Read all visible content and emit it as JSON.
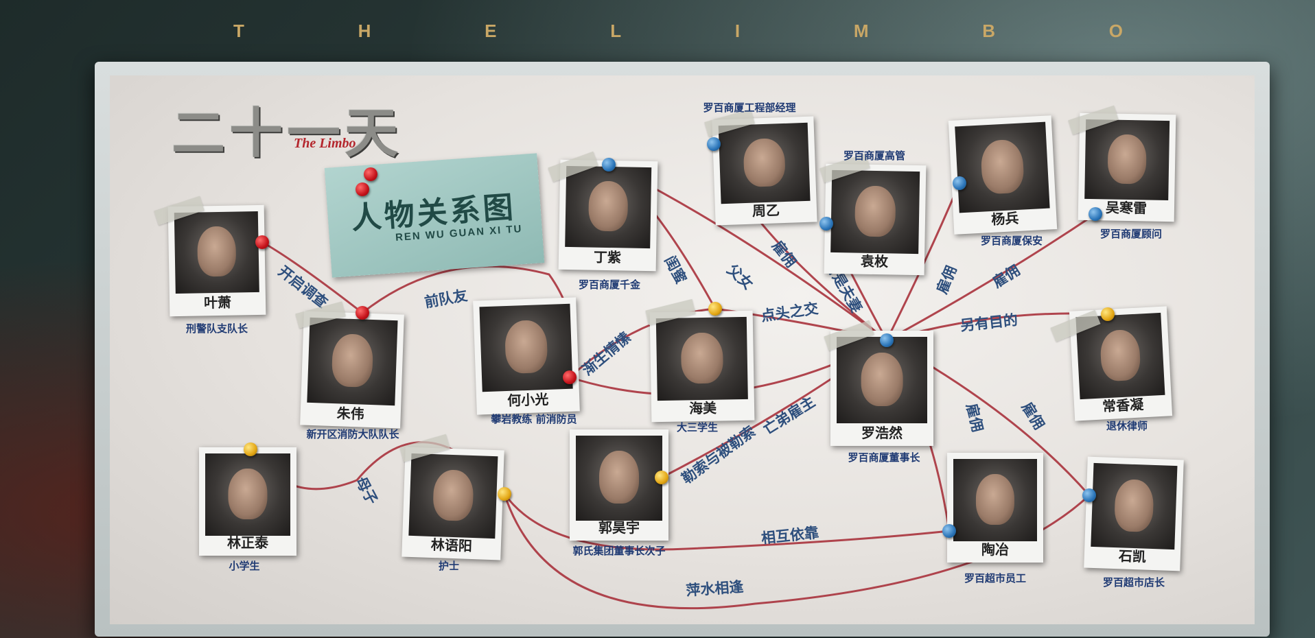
{
  "poster": {
    "top_letters": [
      "T",
      "H",
      "E",
      "L",
      "I",
      "M",
      "B",
      "O"
    ],
    "title": "二十一天",
    "title_en": "The Limbo",
    "map_label": "人物关系图",
    "map_label_pinyin": "REN WU GUAN XI TU"
  },
  "nodes": [
    {
      "id": "ye-xiao",
      "name": "叶萧",
      "role": "刑警队支队长"
    },
    {
      "id": "zhu-wei",
      "name": "朱伟",
      "role": "新开区消防大队队长"
    },
    {
      "id": "he-xiaoguang",
      "name": "何小光",
      "role": "攀岩教练 前消防员"
    },
    {
      "id": "ding-zi",
      "name": "丁紫",
      "role": "罗百商厦千金"
    },
    {
      "id": "hai-mei",
      "name": "海美",
      "role": "大三学生"
    },
    {
      "id": "zhou-yi",
      "name": "周乙",
      "role": "罗百商厦工程部经理"
    },
    {
      "id": "yuan-mei",
      "name": "袁枚",
      "role": "罗百商厦高管"
    },
    {
      "id": "yang-bing",
      "name": "杨兵",
      "role": "罗百商厦保安"
    },
    {
      "id": "wu-hanlei",
      "name": "吴寒雷",
      "role": "罗百商厦顾问"
    },
    {
      "id": "luo-haoran",
      "name": "罗浩然",
      "role": "罗百商厦董事长"
    },
    {
      "id": "chang-xiangning",
      "name": "常香凝",
      "role": "退休律师"
    },
    {
      "id": "lin-zhengtai",
      "name": "林正泰",
      "role": "小学生"
    },
    {
      "id": "lin-yuyang",
      "name": "林语阳",
      "role": "护士"
    },
    {
      "id": "guo-haoyu",
      "name": "郭昊宇",
      "role": "郭氏集团董事长次子"
    },
    {
      "id": "tao-ye",
      "name": "陶冶",
      "role": "罗百超市员工"
    },
    {
      "id": "shi-kai",
      "name": "石凯",
      "role": "罗百超市店长"
    }
  ],
  "relations": [
    {
      "label": "开启调查"
    },
    {
      "label": "前队友"
    },
    {
      "label": "渐生情愫"
    },
    {
      "label": "闺蜜"
    },
    {
      "label": "父女"
    },
    {
      "label": "雇佣"
    },
    {
      "label": "曾是夫妻"
    },
    {
      "label": "雇佣"
    },
    {
      "label": "雇佣"
    },
    {
      "label": "点头之交"
    },
    {
      "label": "另有目的"
    },
    {
      "label": "亡弟雇主"
    },
    {
      "label": "勒索与被勒索"
    },
    {
      "label": "雇佣"
    },
    {
      "label": "雇佣"
    },
    {
      "label": "母子"
    },
    {
      "label": "相互依靠"
    },
    {
      "label": "萍水相逢"
    }
  ],
  "colors": {
    "edge": "#a8323c",
    "label_text": "#2e4f7d",
    "role_text": "#1f3a73",
    "pin_red": "#c4121a",
    "pin_blue": "#2a74b8",
    "pin_yellow": "#e3a614",
    "title_letters": "#c9a766"
  }
}
